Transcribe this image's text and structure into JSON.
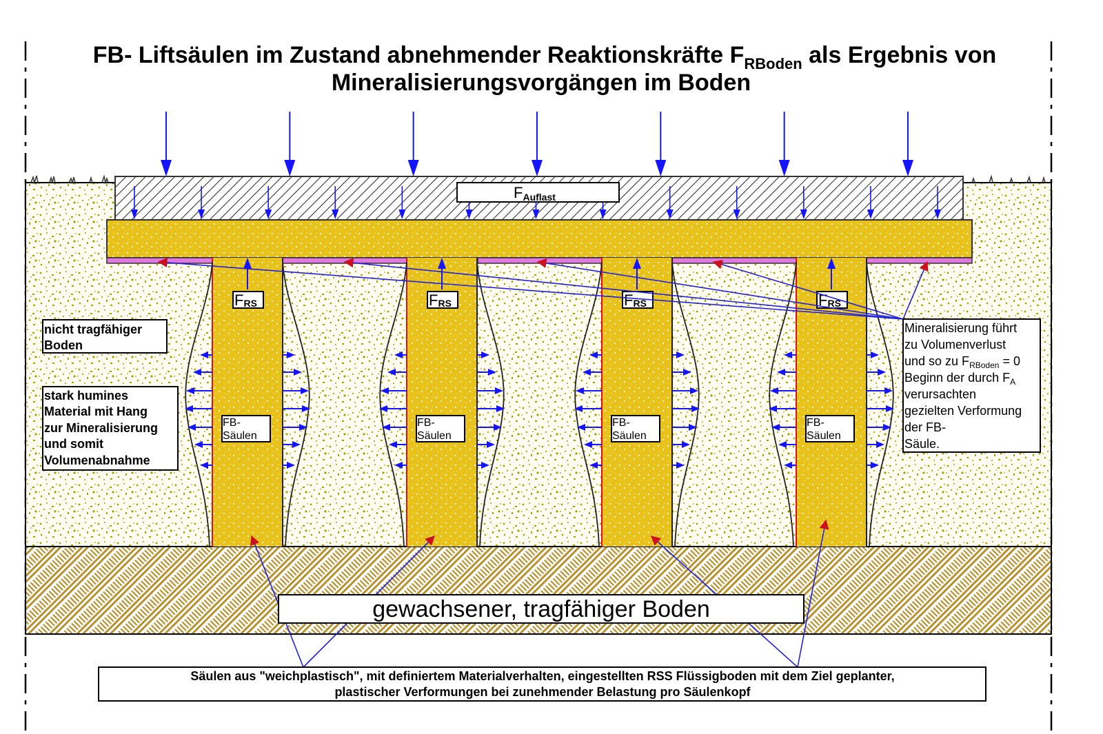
{
  "title": {
    "line1_prefix": "FB- Liftsäulen im Zustand abnehmender Reaktionskräfte  F",
    "line1_sub": "RBoden",
    "line1_suffix": " als Ergebnis von",
    "line2": "Mineralisierungsvorgängen im Boden"
  },
  "load_label": {
    "main": "F",
    "sub": "Auflast"
  },
  "column_force_label": {
    "main": "F",
    "sub": "RS"
  },
  "columns": [
    {
      "label_line1": "FB-",
      "label_line2": "Säulen"
    },
    {
      "label_line1": "FB-",
      "label_line2": "Säulen"
    },
    {
      "label_line1": "FB-",
      "label_line2": "Säulen"
    },
    {
      "label_line1": "FB-",
      "label_line2": "Säulen"
    }
  ],
  "soil_label": {
    "line1": "nicht tragfähiger",
    "line2": "Boden"
  },
  "humus_label": {
    "lines": [
      "stark humines",
      "Material mit Hang",
      "zur Mineralisierung",
      "und somit",
      "Volumenabnahme"
    ]
  },
  "mineral_note": {
    "line1": "Mineralisierung führt",
    "line2": "zu Volumenverlust",
    "line3_prefix": "und so zu F",
    "line3_sub": "RBoden",
    "line3_suffix": " = 0",
    "line4_prefix": "Beginn der durch F",
    "line4_sub": "A",
    "line5": "verursachten",
    "line6": "gezielten Verformung",
    "line7": "der FB-",
    "line8": "Säule."
  },
  "bearing_soil_label": "gewachsener, tragfähiger Boden",
  "bottom_note": {
    "line1": "Säulen aus  \"weichplastisch\", mit definiertem Materialverhalten, eingestellten RSS Flüssigboden mit dem Ziel geplanter,",
    "line2": "plastischer Verformungen bei zunehmender Belastung pro Säulenkopf"
  },
  "colors": {
    "load_arrow": "#1414ff",
    "column_fill": "#e8c21a",
    "soil_dots": "#a8a000",
    "bearing_soil": "#b8902c",
    "layer_pink": "#e07ae0",
    "column_edge": "#e01010",
    "pointer_red": "#cc1020"
  },
  "load_arrow_count": 7,
  "inner_arrow_count": 13
}
